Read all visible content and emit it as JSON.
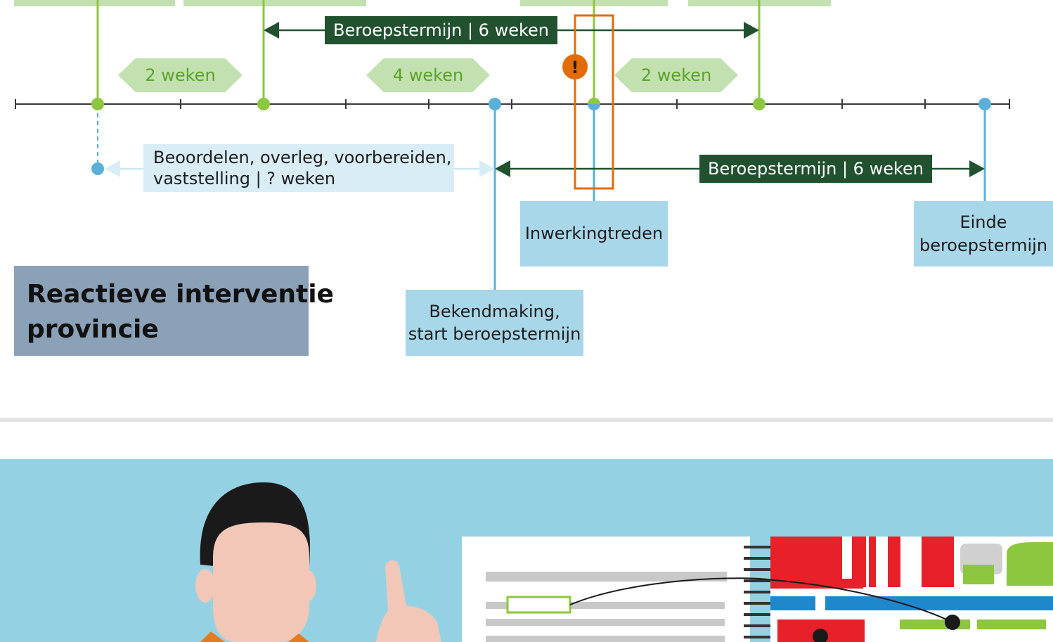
{
  "timeline": {
    "appeal_top_label": "Beroepstermijn | 6 weken",
    "appeal_bottom_label": "Beroepstermijn | 6 weken",
    "intervals": [
      "2 weken",
      "4 weken",
      "2 weken"
    ],
    "assessment_label": [
      "Beoordelen, overleg, voorbereiden,",
      "vaststelling | ? weken"
    ],
    "warning_mark": "!",
    "milestones": {
      "entry_into_force": "Inwerkingtreden",
      "end_appeal": [
        "Einde",
        "beroepstermijn"
      ],
      "announcement": [
        "Bekendmaking,",
        "start beroepstermijn"
      ]
    }
  },
  "title": [
    "Reactieve interventie",
    "provincie"
  ],
  "colors": {
    "green_light": "#c3e0b0",
    "green_line": "#8dc63f",
    "green_dark": "#21512f",
    "blue_line": "#5bb0d9",
    "blue_box": "#a8d7ea",
    "blue_light": "#d9edf7",
    "orange": "#e36c0a",
    "title_bg": "#8aa1b8",
    "illustration_bg": "#94d1e3"
  }
}
